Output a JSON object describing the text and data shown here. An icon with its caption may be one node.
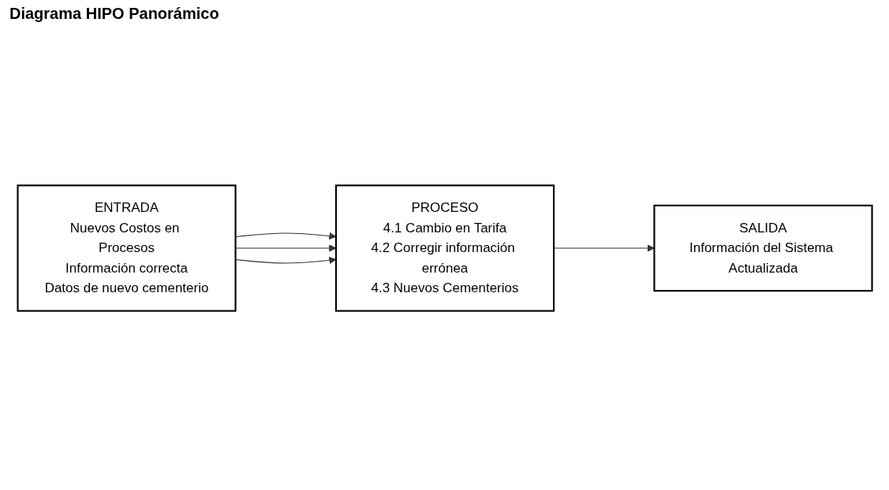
{
  "diagram": {
    "title": "Diagrama HIPO Panorámico",
    "nodes": [
      {
        "text": [
          "ENTRADA",
          "Nuevos Costos en Procesos",
          "Información correcta",
          "Datos de nuevo cementerio"
        ]
      },
      {
        "text": [
          "PROCESO",
          "4.1 Cambio en Tarifa",
          "4.2 Corregir información errónea",
          "4.3 Nuevos Cementerios"
        ]
      },
      {
        "text": [
          "SALIDA",
          "Información del Sistema Actualizada"
        ]
      }
    ],
    "edges": [
      {
        "from": 0,
        "to": 1,
        "arrow": "to"
      },
      {
        "from": 0,
        "to": 1,
        "arrow": "to"
      },
      {
        "from": 0,
        "to": 1,
        "arrow": "to"
      },
      {
        "from": 1,
        "to": 2,
        "arrow": "to"
      }
    ]
  }
}
